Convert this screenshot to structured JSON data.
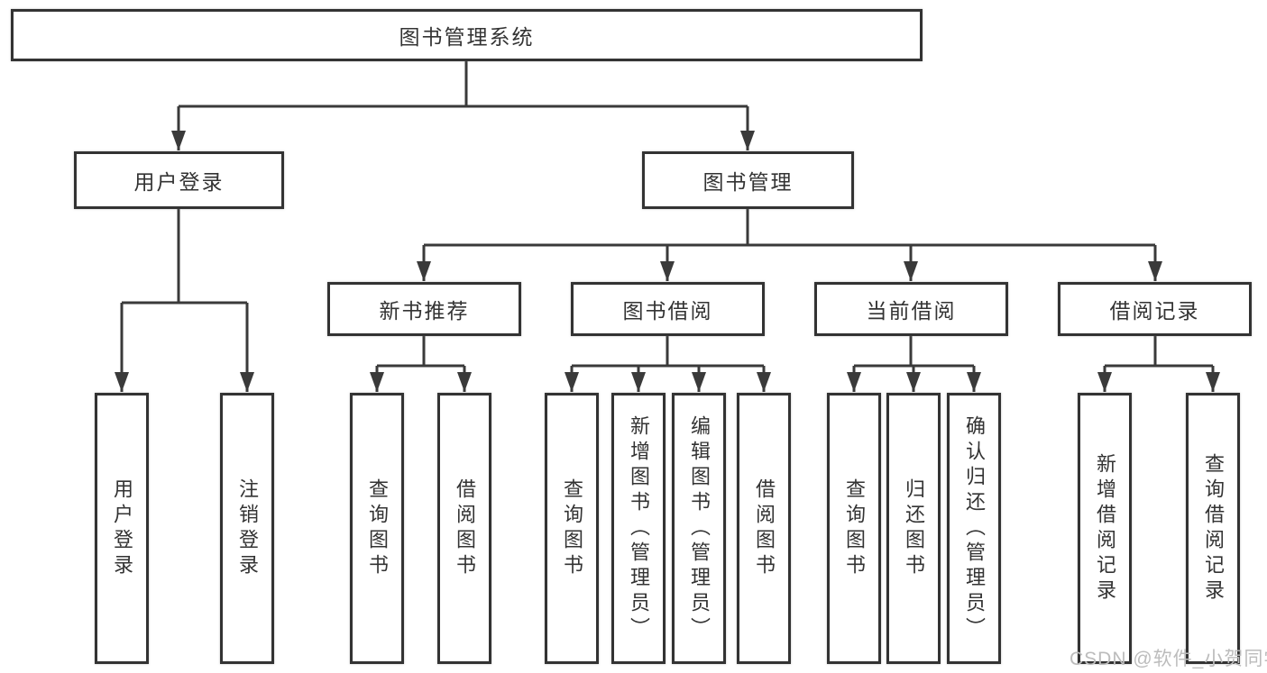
{
  "colors": {
    "line": "#3a3a3a",
    "box_border": "#333333",
    "box_fill": "#ffffff",
    "text": "#333333",
    "watermark": "#bcbcbc",
    "background": "#ffffff"
  },
  "watermark": {
    "text": "CSDN @软件_小贺同学"
  },
  "tree": {
    "label": "图书管理系统",
    "children": [
      {
        "label": "用户登录",
        "children": [
          {
            "label": "用户登录"
          },
          {
            "label": "注销登录"
          }
        ]
      },
      {
        "label": "图书管理",
        "children": [
          {
            "label": "新书推荐",
            "children": [
              {
                "label": "查询图书"
              },
              {
                "label": "借阅图书"
              }
            ]
          },
          {
            "label": "图书借阅",
            "children": [
              {
                "label": "查询图书"
              },
              {
                "label": "新增图书（管理员）"
              },
              {
                "label": "编辑图书（管理员）"
              },
              {
                "label": "借阅图书"
              }
            ]
          },
          {
            "label": "当前借阅",
            "children": [
              {
                "label": "查询图书"
              },
              {
                "label": "归还图书"
              },
              {
                "label": "确认归还（管理员）"
              }
            ]
          },
          {
            "label": "借阅记录",
            "children": [
              {
                "label": "新增借阅记录"
              },
              {
                "label": "查询借阅记录"
              }
            ]
          }
        ]
      }
    ]
  }
}
